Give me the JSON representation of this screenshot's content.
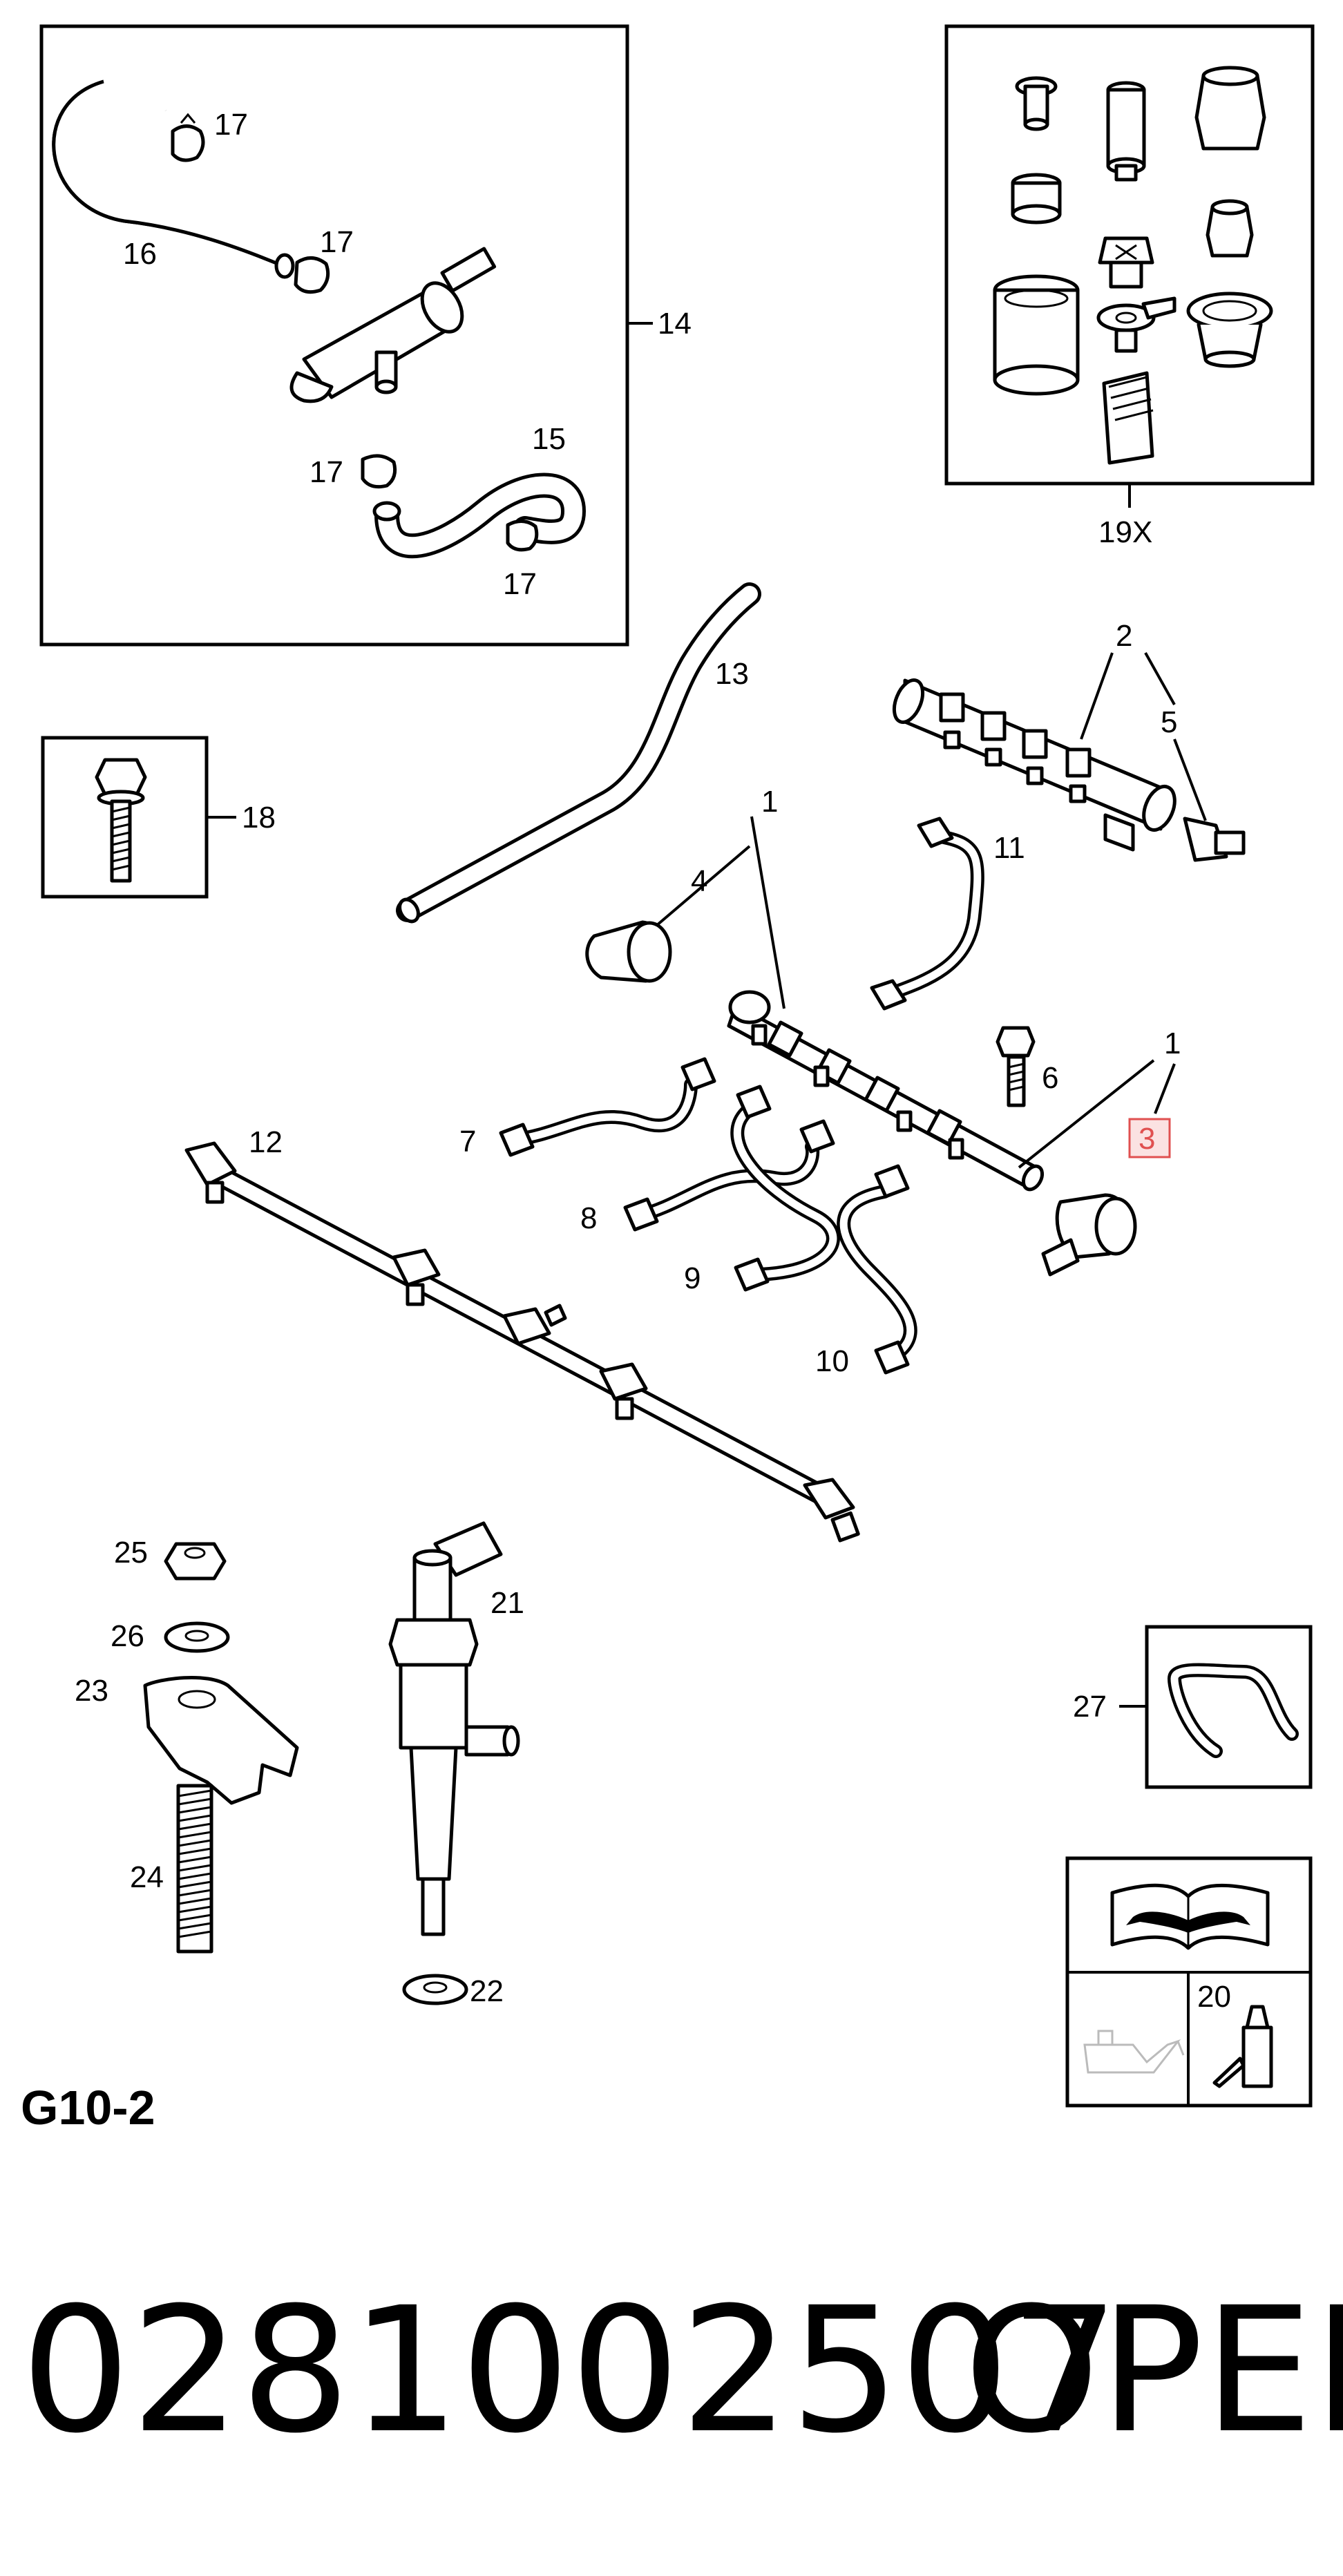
{
  "sheet_code": "G10-2",
  "footer": {
    "part_number": "0281002507",
    "brand": "OPEL"
  },
  "labels": {
    "l1a": "1",
    "l1b": "1",
    "l2": "2",
    "l3": "3",
    "l4": "4",
    "l5": "5",
    "l6": "6",
    "l7": "7",
    "l8": "8",
    "l9": "9",
    "l10": "10",
    "l11": "11",
    "l12": "12",
    "l13": "13",
    "l14": "14",
    "l15": "15",
    "l16": "16",
    "l17a": "17",
    "l17b": "17",
    "l17c": "17",
    "l17d": "17",
    "l18": "18",
    "l19x": "19X",
    "l20": "20",
    "l21": "21",
    "l22": "22",
    "l23": "23",
    "l24": "24",
    "l25": "25",
    "l26": "26",
    "l27": "27"
  },
  "highlight_color": "#e05050"
}
